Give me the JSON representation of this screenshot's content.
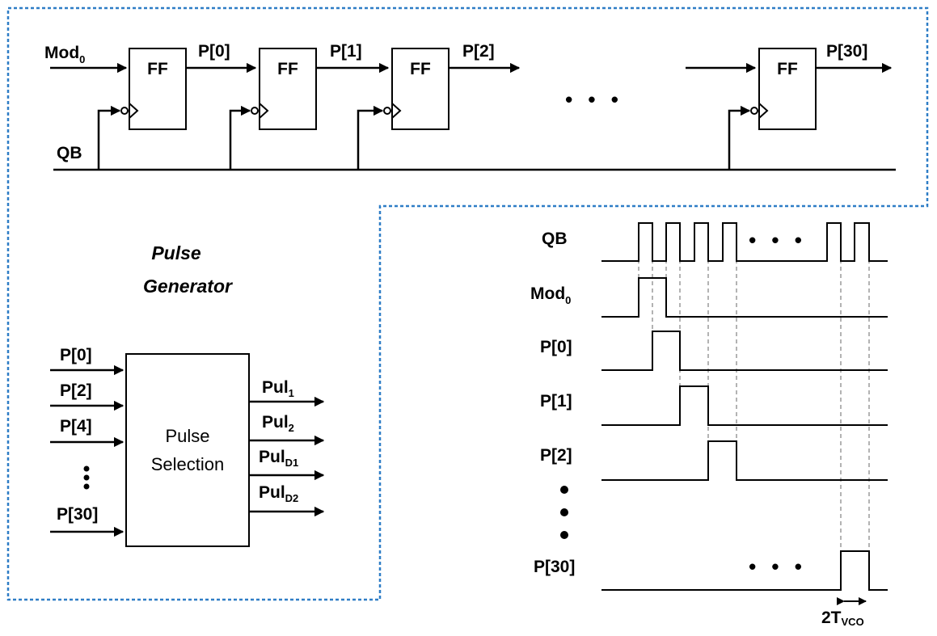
{
  "shift_register": {
    "input_label": "Mod",
    "input_sub": "0",
    "clock_label": "QB",
    "flipflops": [
      {
        "label": "FF",
        "output": "P[0]"
      },
      {
        "label": "FF",
        "output": "P[1]"
      },
      {
        "label": "FF",
        "output": "P[2]"
      },
      {
        "label": "FF",
        "output": "P[30]"
      }
    ],
    "ellipsis": "• • •"
  },
  "pulse_generator": {
    "title_line1": "Pulse",
    "title_line2": "Generator",
    "block_line1": "Pulse",
    "block_line2": "Selection",
    "inputs": [
      "P[0]",
      "P[2]",
      "P[4]",
      "P[30]"
    ],
    "input_ellipsis": "•\n•\n•",
    "outputs": [
      {
        "main": "Pul",
        "sub": "1"
      },
      {
        "main": "Pul",
        "sub": "2"
      },
      {
        "main": "Pul",
        "sub": "D1"
      },
      {
        "main": "Pul",
        "sub": "D2"
      }
    ]
  },
  "timing": {
    "signals": [
      {
        "main": "QB",
        "sub": ""
      },
      {
        "main": "Mod",
        "sub": "0"
      },
      {
        "main": "P[0]",
        "sub": ""
      },
      {
        "main": "P[1]",
        "sub": ""
      },
      {
        "main": "P[2]",
        "sub": ""
      },
      {
        "main": "P[30]",
        "sub": ""
      }
    ],
    "ellipsis": "• • •",
    "period_label": "2T",
    "period_sub": "VCO"
  },
  "colors": {
    "border": "#2e7dc6",
    "guide": "#9a9a9a",
    "ink": "#000000"
  }
}
